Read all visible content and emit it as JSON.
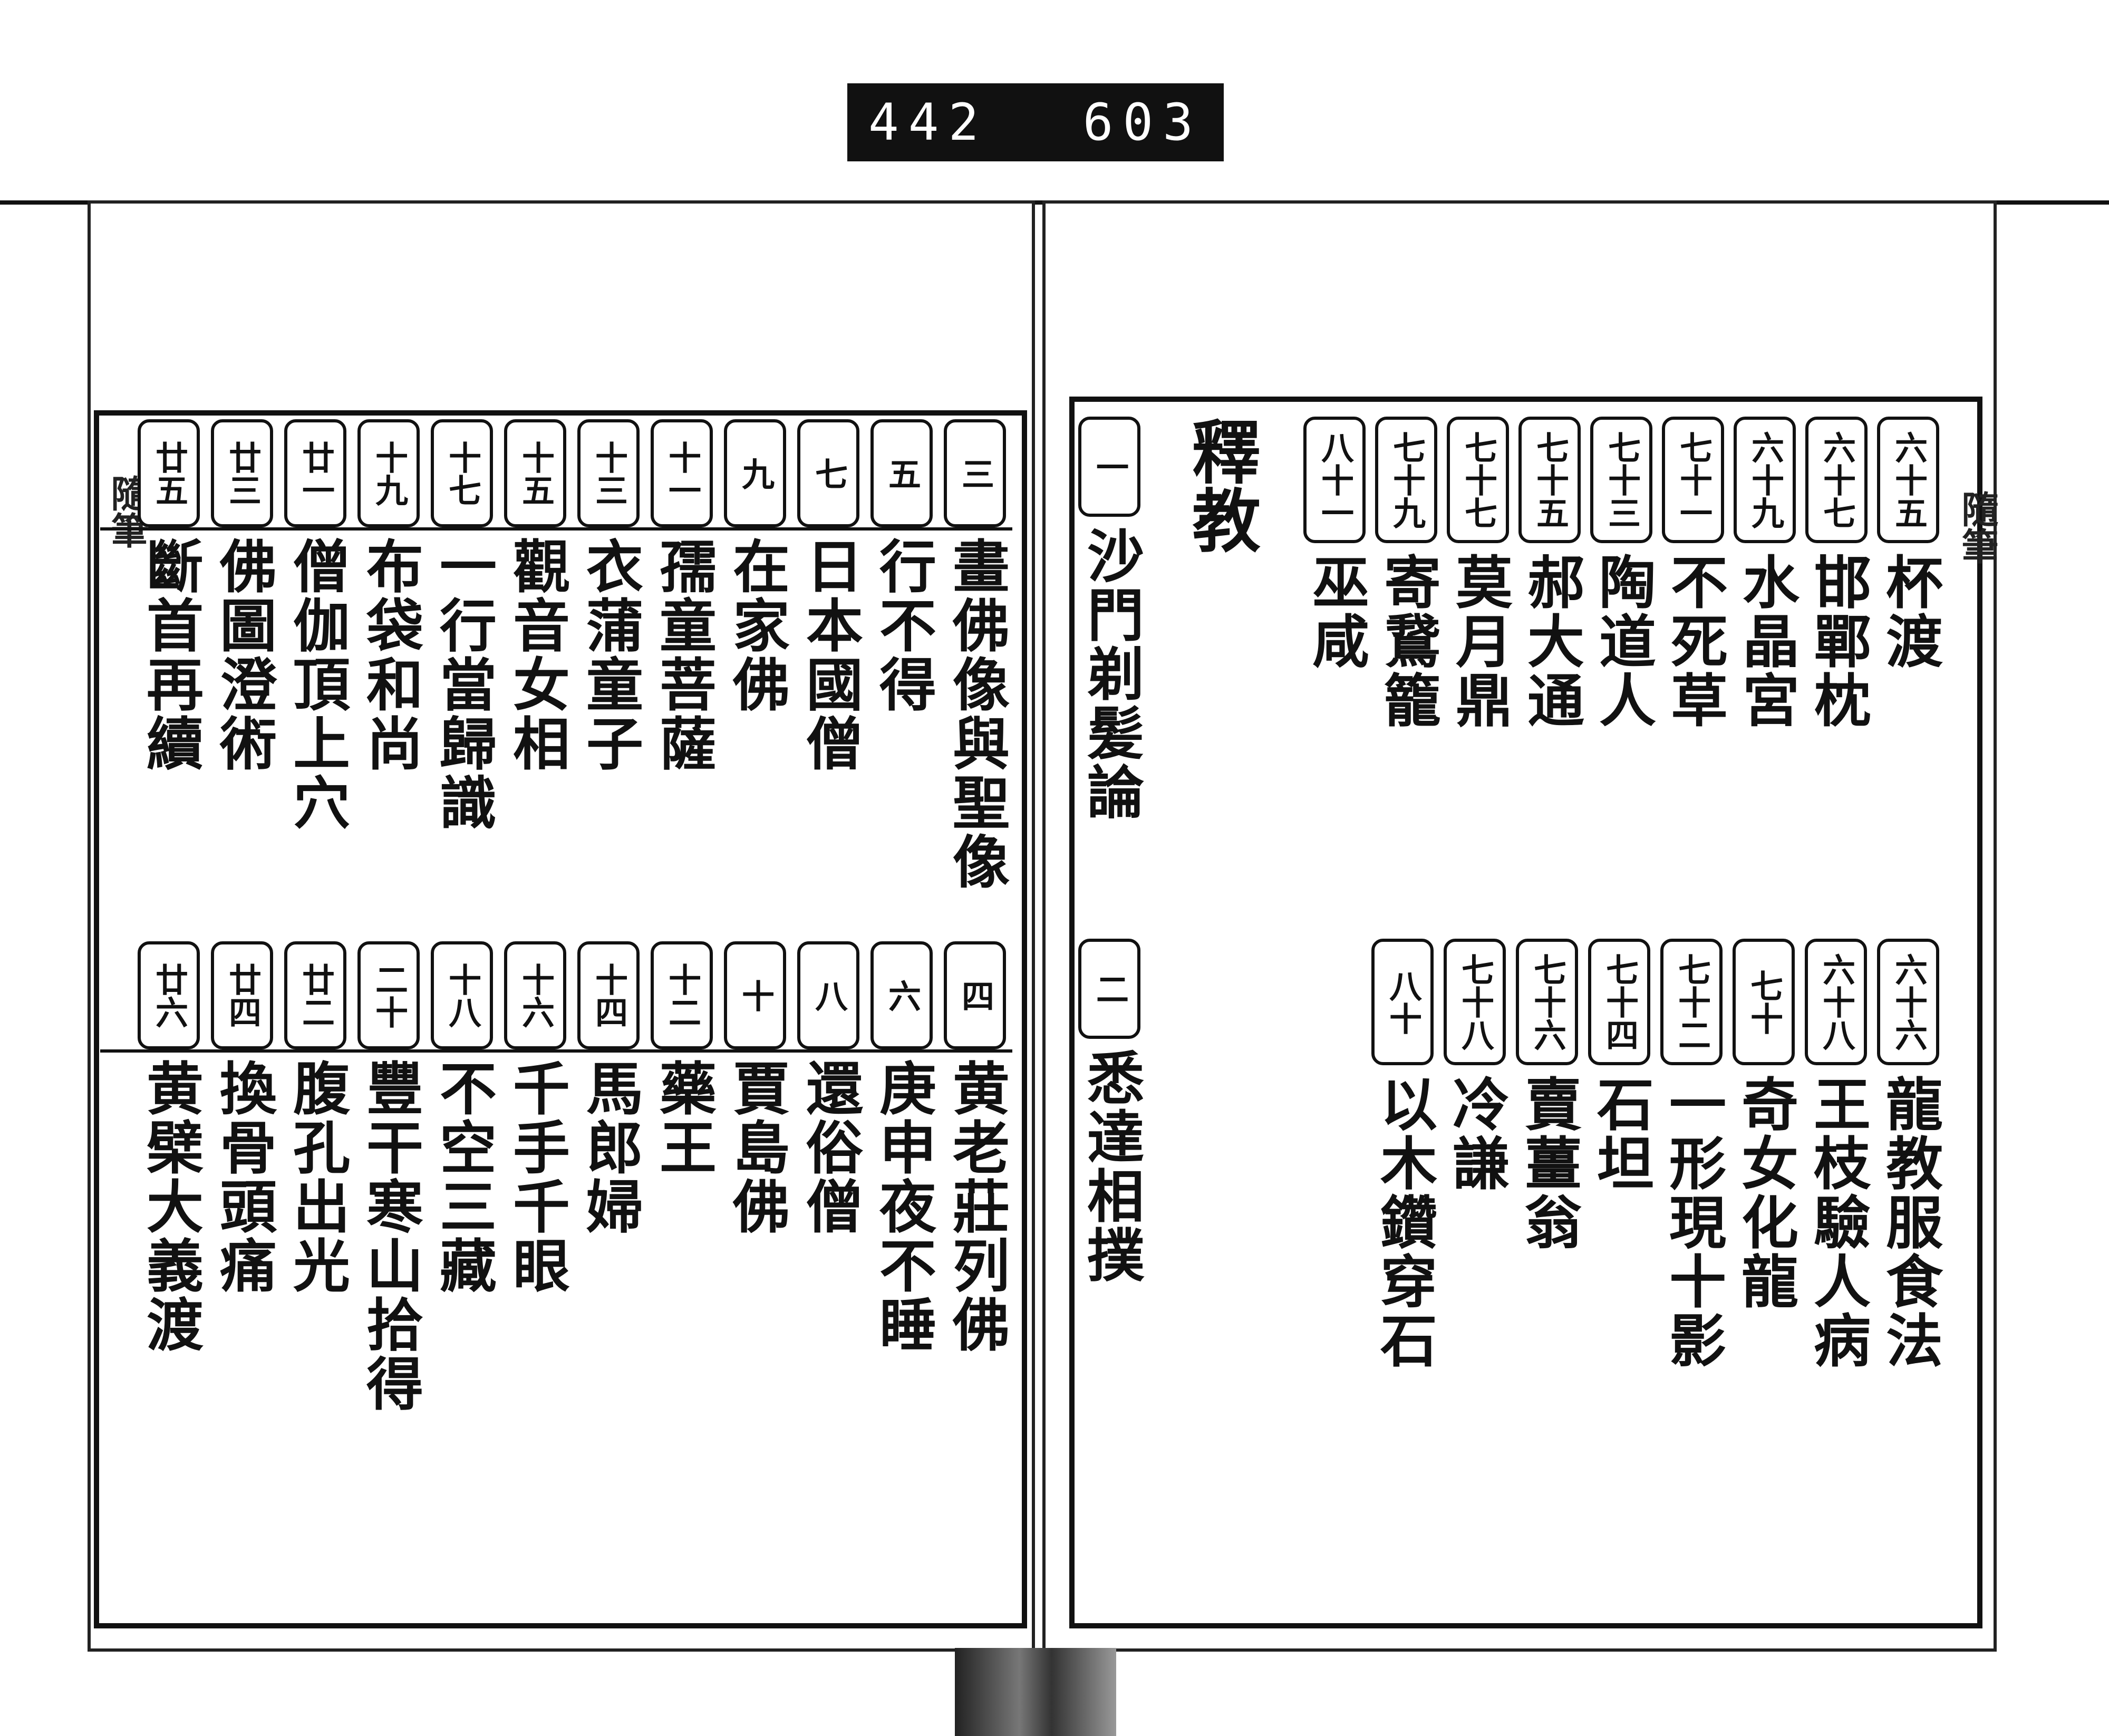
{
  "catalog_label": {
    "left": "442",
    "right": "603"
  },
  "margins": {
    "left_title": "隨筆",
    "right_title": "隨筆"
  },
  "left_page": {
    "top_row": [
      {
        "num": "三",
        "title": "畫佛像與聖像"
      },
      {
        "num": "五",
        "title": "行不得"
      },
      {
        "num": "七",
        "title": "日本國僧"
      },
      {
        "num": "九",
        "title": "在家佛"
      },
      {
        "num": "十一",
        "title": "孺童菩薩"
      },
      {
        "num": "十三",
        "title": "衣蒲童子"
      },
      {
        "num": "十五",
        "title": "觀音女相"
      },
      {
        "num": "十七",
        "title": "一行當歸識"
      },
      {
        "num": "十九",
        "title": "布袋和尚"
      },
      {
        "num": "廿一",
        "title": "僧伽頂上穴"
      },
      {
        "num": "廿三",
        "title": "佛圖澄術"
      },
      {
        "num": "廿五",
        "title": "斷首再續"
      }
    ],
    "bottom_row": [
      {
        "num": "四",
        "title": "黄老莊列佛"
      },
      {
        "num": "六",
        "title": "庚申夜不睡"
      },
      {
        "num": "八",
        "title": "還俗僧"
      },
      {
        "num": "十",
        "title": "賈島佛"
      },
      {
        "num": "十二",
        "title": "藥王"
      },
      {
        "num": "十四",
        "title": "馬郎婦"
      },
      {
        "num": "十六",
        "title": "千手千眼"
      },
      {
        "num": "十八",
        "title": "不空三藏"
      },
      {
        "num": "二十",
        "title": "豐干寒山拾得"
      },
      {
        "num": "廿二",
        "title": "腹孔出光"
      },
      {
        "num": "廿四",
        "title": "換骨頭痛"
      },
      {
        "num": "廿六",
        "title": "黄檗大義渡"
      }
    ]
  },
  "right_page": {
    "section_title": "釋教",
    "first_entries": [
      {
        "num": "一",
        "title": "沙門剃髪論"
      },
      {
        "num": "二",
        "title": "悉達相撲"
      }
    ],
    "top_row": [
      {
        "num": "六十五",
        "title": "杯渡"
      },
      {
        "num": "六十七",
        "title": "邯鄲枕"
      },
      {
        "num": "六十九",
        "title": "水晶宮"
      },
      {
        "num": "七十一",
        "title": "不死草"
      },
      {
        "num": "七十三",
        "title": "陶道人"
      },
      {
        "num": "七十五",
        "title": "郝大通"
      },
      {
        "num": "七十七",
        "title": "莫月鼎"
      },
      {
        "num": "七十九",
        "title": "寄鵞籠"
      },
      {
        "num": "八十一",
        "title": "巫咸"
      }
    ],
    "bottom_row": [
      {
        "num": "六十六",
        "title": "龍教服食法"
      },
      {
        "num": "六十八",
        "title": "王枝驗人病"
      },
      {
        "num": "七十",
        "title": "奇女化龍"
      },
      {
        "num": "七十二",
        "title": "一形現十影"
      },
      {
        "num": "七十四",
        "title": "石坦"
      },
      {
        "num": "七十六",
        "title": "賣薑翁"
      },
      {
        "num": "七十八",
        "title": "冷謙"
      },
      {
        "num": "八十",
        "title": "以木鑽穿石"
      }
    ]
  }
}
